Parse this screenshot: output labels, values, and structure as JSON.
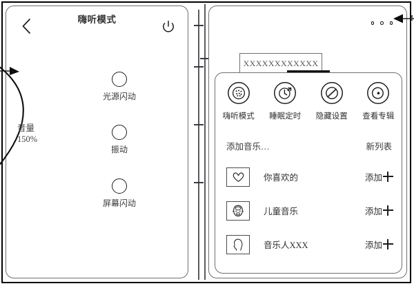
{
  "figure": {
    "type": "patent-style UI drawing",
    "panels": 2
  },
  "left_phone": {
    "name": "left-phone-screen",
    "header": {
      "title": "嗨听模式",
      "back_icon": "chevron-left-icon",
      "power_icon": "power-icon"
    },
    "volume": {
      "label": "音量",
      "value": "150%",
      "arc_icon": "volume-arc-slider",
      "handle_icon": "arc-handle-dot",
      "arrow_icon": "leader-arrow-icon"
    },
    "toggles": [
      {
        "label": "光源闪动",
        "icon": "toggle-circle-icon",
        "state": "off"
      },
      {
        "label": "振动",
        "icon": "toggle-circle-icon",
        "state": "off"
      },
      {
        "label": "屏幕闪动",
        "icon": "toggle-circle-icon",
        "state": "off"
      }
    ]
  },
  "right_phone": {
    "name": "right-phone-screen",
    "overflow_menu": {
      "icon": "three-dots-icon",
      "dots": 3,
      "pointer_icon": "leader-arrow-icon"
    },
    "title_box": {
      "text": "XXXXXXXXXXXX"
    },
    "sheet": {
      "grabber_icon": "sheet-grabber-handle",
      "quick_actions": [
        {
          "label": "嗨听模式",
          "icon": "speaker-dots-circle-icon"
        },
        {
          "label": "睡眠定时",
          "icon": "sleep-timer-icon"
        },
        {
          "label": "隐藏设置",
          "icon": "hide-settings-slash-icon"
        },
        {
          "label": "查看专辑",
          "icon": "album-disc-icon"
        }
      ],
      "sub_row": {
        "left_label": "添加音乐…",
        "right_label": "新列表"
      },
      "music_list": [
        {
          "name": "你喜欢的",
          "thumb_icon": "heart-thumb-icon",
          "action_label": "添加",
          "action_icon": "plus-icon"
        },
        {
          "name": "儿童音乐",
          "thumb_icon": "baby-face-thumb-icon",
          "action_label": "添加",
          "action_icon": "plus-icon"
        },
        {
          "name": "音乐人XXX",
          "thumb_icon": "person-head-thumb-icon",
          "action_label": "添加",
          "action_icon": "plus-icon"
        }
      ]
    }
  },
  "colors": {
    "ink": "#1d1d1d",
    "outline": "#6f6f73",
    "text": "#3a3a3a"
  }
}
